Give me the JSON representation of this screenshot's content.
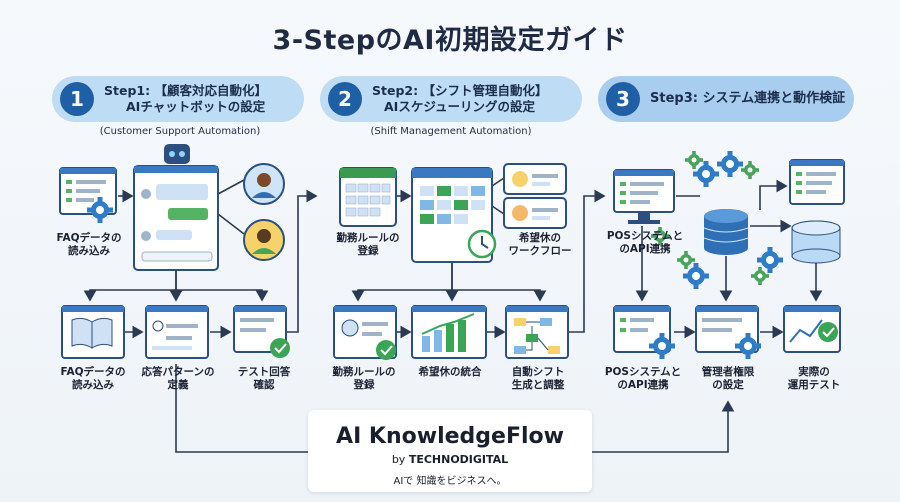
{
  "title": "3-StepのAI初期設定ガイド",
  "steps": [
    {
      "number": "1",
      "line1": "Step1: 【顧客対応自動化】",
      "line2": "AIチャットボットの設定",
      "subtitle": "(Customer Support Automation)"
    },
    {
      "number": "2",
      "line1": "Step2: 【シフト管理自動化】",
      "line2": "AIスケジューリングの設定",
      "subtitle": "(Shift Management Automation)"
    },
    {
      "number": "3",
      "line1": "Step3: システム連携と動作検証",
      "line2": "",
      "subtitle": ""
    }
  ],
  "step1": {
    "faq_top": "FAQデータの\n読み込み",
    "faq_bottom": "FAQデータの\n読み込み",
    "pattern": "応答パターンの\n定義",
    "test": "テスト回答\n確認"
  },
  "step2": {
    "rule_top": "勤務ルールの\n登録",
    "request_flow": "希望休の\nワークフロー",
    "rule_bottom": "勤務ルールの\n登録",
    "merge": "希望休の統合",
    "auto_shift": "自動シフト\n生成と調整"
  },
  "step3": {
    "pos_top": "POSシステムと\nのAPI連携",
    "pos_bottom": "POSシステムと\nのAPI連携",
    "admin": "管理者権限\nの設定",
    "test": "実際の\n運用テスト"
  },
  "brand": {
    "name": "AI KnowledgeFlow",
    "by_prefix": "by",
    "company": "TECHNODIGITAL",
    "tagline": "AIで 知識をビジネスへ。"
  },
  "colors": {
    "primary": "#1f5fa6",
    "accent_green": "#3aa655",
    "pill": "#bfdcf5",
    "outline": "#2b4f7e"
  }
}
